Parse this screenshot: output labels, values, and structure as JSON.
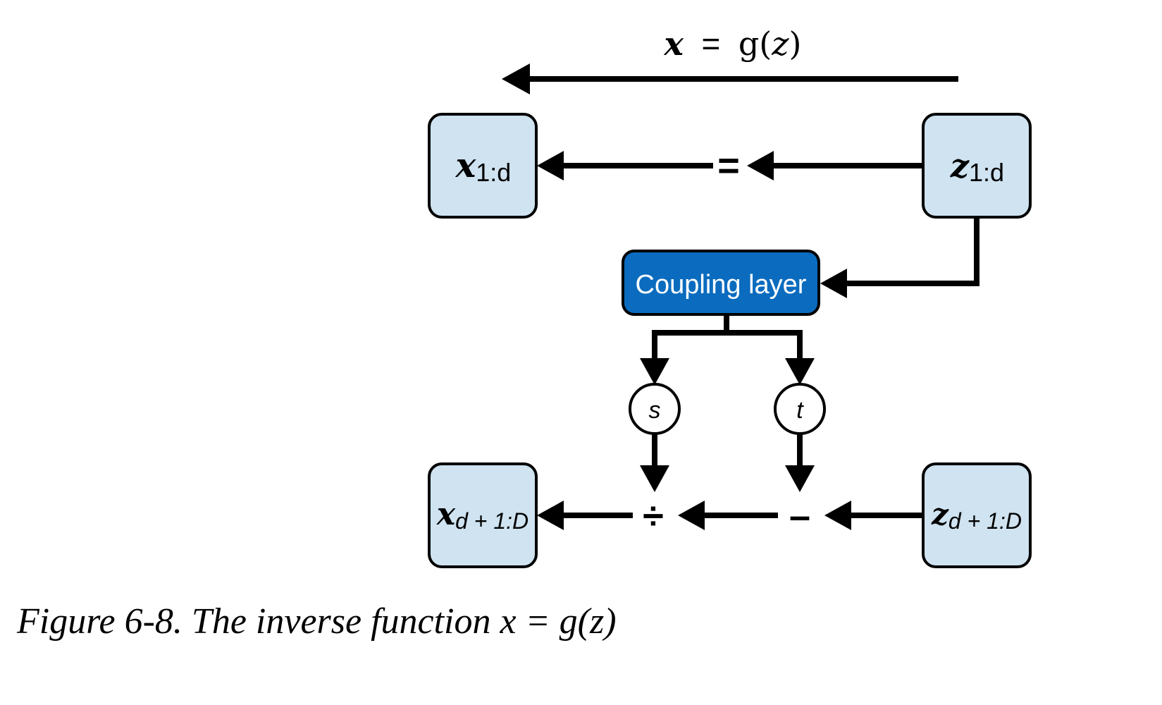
{
  "top_equation": {
    "lhs": "x",
    "op": "=",
    "rhs_func": "g(",
    "rhs_var": "z",
    "rhs_close": ")"
  },
  "nodes": {
    "x_top": {
      "sym": "x",
      "sub": "1:d"
    },
    "z_top": {
      "sym": "z",
      "sub": "1:d"
    },
    "x_bottom": {
      "sym": "x",
      "sub": "d + 1:D"
    },
    "z_bottom": {
      "sym": "z",
      "sub": "d + 1:D"
    },
    "coupling": {
      "label": "Coupling layer"
    },
    "s": {
      "label": "s"
    },
    "t": {
      "label": "t"
    }
  },
  "operators": {
    "equals": "=",
    "divide": "÷",
    "minus": "–"
  },
  "caption": "Figure 6-8. The inverse function x = g(z)",
  "colors": {
    "node_fill": "#cfe3f1",
    "coupling_fill": "#0b6cbf",
    "line": "#000000"
  }
}
